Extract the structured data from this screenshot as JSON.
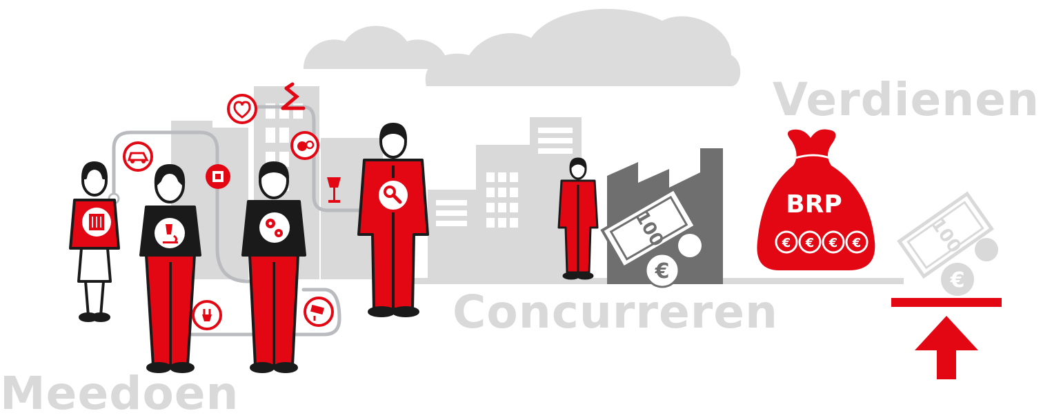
{
  "labels": {
    "participate": "Meedoen",
    "compete": "Concurreren",
    "earn": "Verdienen"
  },
  "money_bag": {
    "label": "BRP",
    "coin_symbol": "€"
  },
  "banknote": {
    "value": "100",
    "coin_symbol": "€"
  },
  "icons": [
    "heart-monitor-icon",
    "robot-arm-icon",
    "car-icon",
    "microchip-icon",
    "gears-apple-icon",
    "lamp-icon",
    "wrench-tools-icon",
    "books-icon",
    "microscope-icon",
    "gears-icon",
    "plug-icon",
    "cctv-camera-icon",
    "euro-coin-icon",
    "up-arrow-icon"
  ],
  "colors": {
    "accent": "#e30613",
    "dark": "#1a1a1a",
    "building": "#d9d9da",
    "cloud": "#dcdcdd",
    "factory": "#6f6f6f",
    "text_grey": "#d9d9da"
  }
}
